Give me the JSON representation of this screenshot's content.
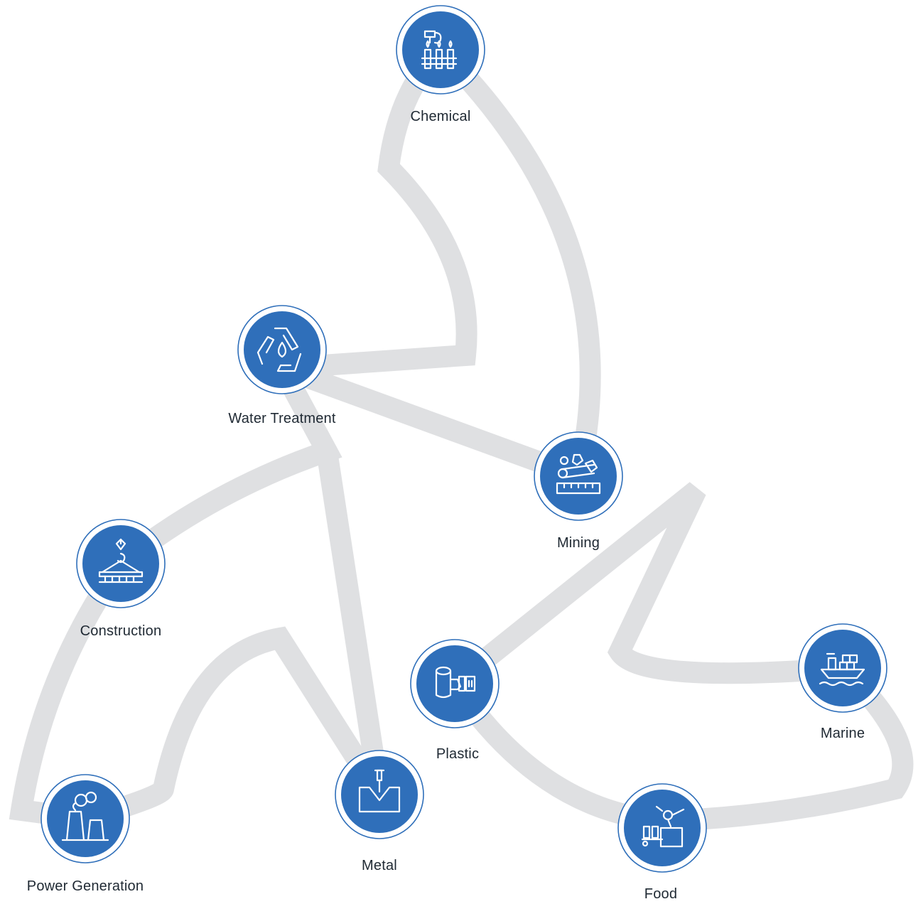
{
  "colors": {
    "accent": "#2f6fba",
    "ring": "#2f6fba",
    "track": "#dfe0e2",
    "icon_line": "#ffffff",
    "label": "#1f2933"
  },
  "nodes": [
    {
      "id": "chemical",
      "label": "Chemical",
      "icon": "chemical-test-tubes-icon"
    },
    {
      "id": "water-treatment",
      "label": "Water Treatment",
      "icon": "recycle-water-drop-icon"
    },
    {
      "id": "mining",
      "label": "Mining",
      "icon": "mining-conveyor-icon"
    },
    {
      "id": "construction",
      "label": "Construction",
      "icon": "crane-hook-beam-icon"
    },
    {
      "id": "plastic",
      "label": "Plastic",
      "icon": "plastic-extruder-icon"
    },
    {
      "id": "marine",
      "label": "Marine",
      "icon": "cargo-ship-icon"
    },
    {
      "id": "power-generation",
      "label": "Power Generation",
      "icon": "cooling-towers-icon"
    },
    {
      "id": "metal",
      "label": "Metal",
      "icon": "metal-press-icon"
    },
    {
      "id": "food",
      "label": "Food",
      "icon": "food-robot-arm-icon"
    }
  ]
}
